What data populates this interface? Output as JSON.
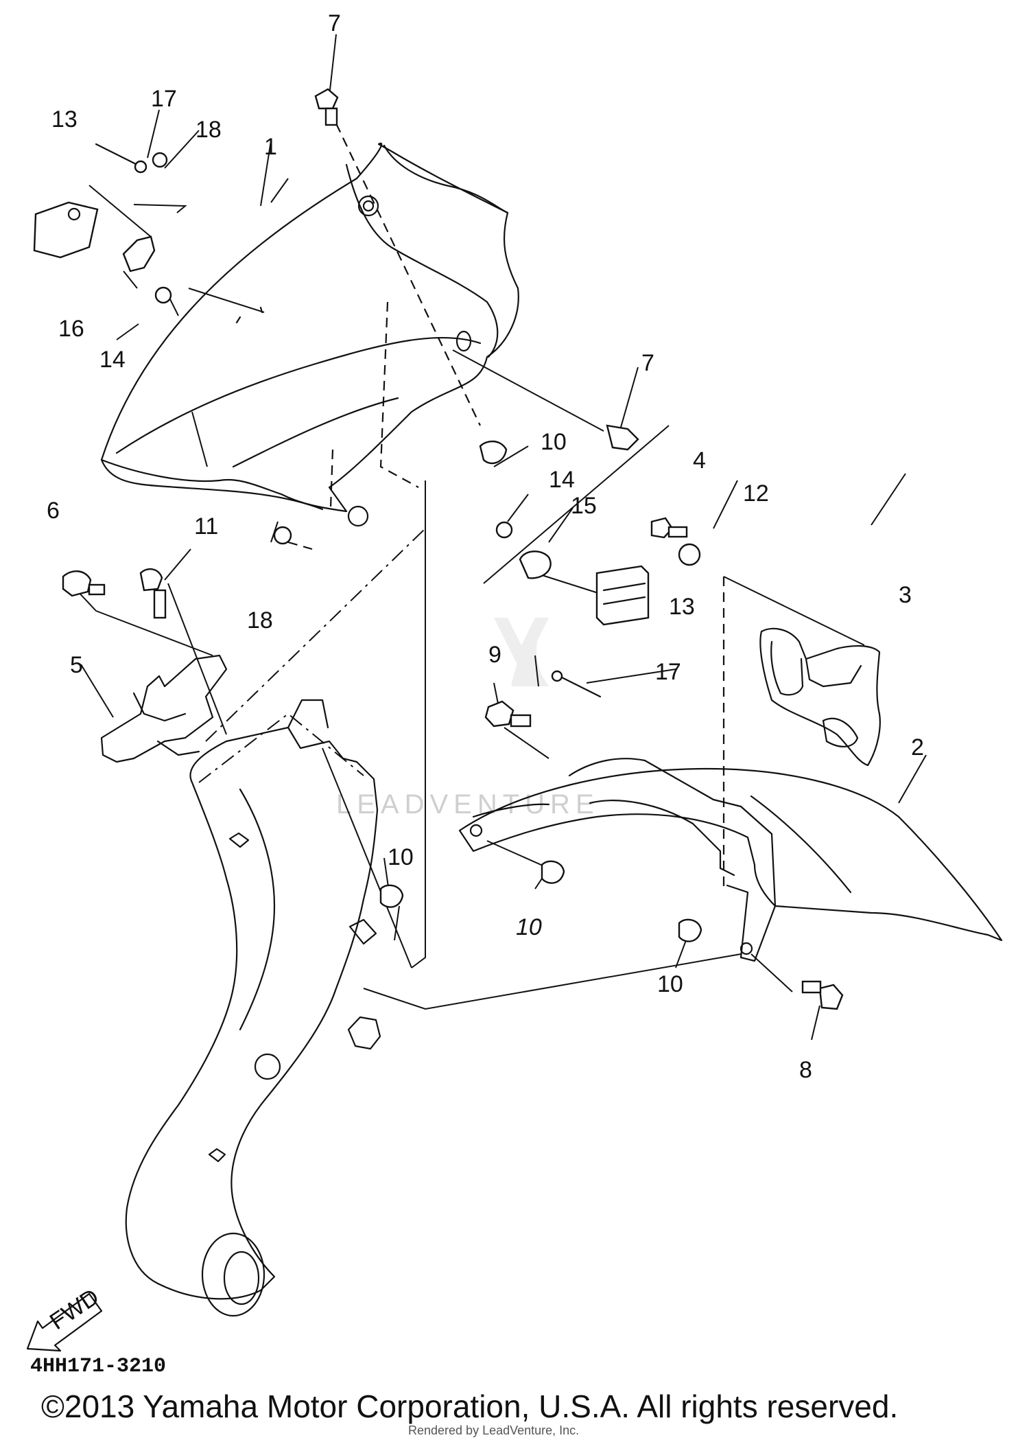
{
  "diagram": {
    "code": "4HH171-3210",
    "copyright": "©2013 Yamaha Motor Corporation, U.S.A. All rights reserved.",
    "rendered_by": "Rendered by LeadVenture, Inc.",
    "watermark": "LEADVENTURE",
    "fwd_label": "FWD",
    "callouts": {
      "p1": "1",
      "p2": "2",
      "p3": "3",
      "p4": "4",
      "p5": "5",
      "p6": "6",
      "p7a": "7",
      "p7b": "7",
      "p8": "8",
      "p9": "9",
      "p10a": "10",
      "p10b": "10",
      "p10c": "10",
      "p10d": "10",
      "p11": "11",
      "p12": "12",
      "p13a": "13",
      "p13b": "13",
      "p14a": "14",
      "p14b": "14",
      "p15": "15",
      "p16": "16",
      "p17a": "17",
      "p17b": "17",
      "p18a": "18",
      "p18b": "18"
    }
  }
}
